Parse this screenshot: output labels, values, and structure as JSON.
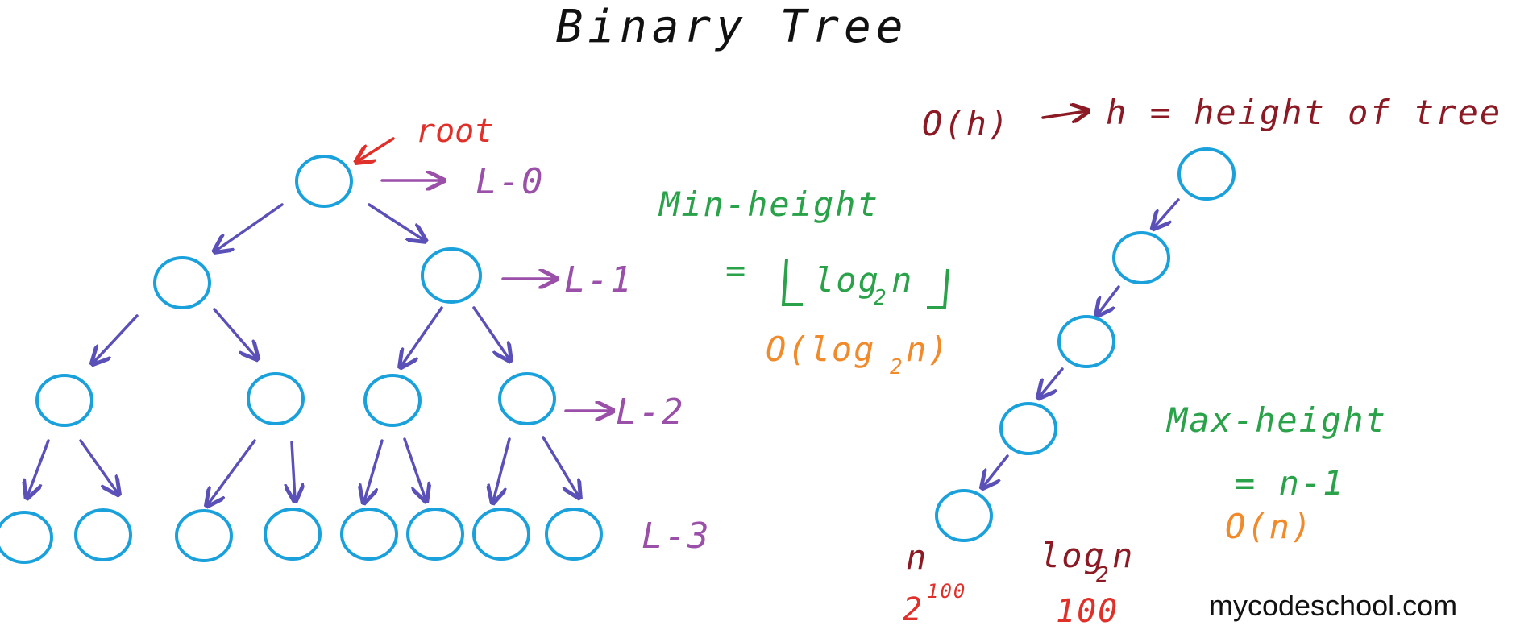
{
  "title": "Binary Tree",
  "root_label": "root",
  "levels": [
    "L-0",
    "L-1",
    "L-2",
    "L-3"
  ],
  "min_height": {
    "heading": "Min-height",
    "equals": "=",
    "log_base": "log",
    "base_sub": "2",
    "var": "n",
    "big_o_prefix": "O(log",
    "big_o_suffix": "n)"
  },
  "max_height": {
    "heading": "Max-height",
    "formula": "= n-1",
    "big_o": "O(n)"
  },
  "height_note": {
    "big_o": "O(h)",
    "definition": "h = height of tree"
  },
  "bottom_notes": {
    "n_label": "n",
    "n_base": "2",
    "n_exponent": "100",
    "log_label_prefix": "log",
    "log_label_sub": "2",
    "log_label_suffix": "n",
    "log_value": "100"
  },
  "brand": "mycodeschool.com",
  "colors": {
    "node": "#1aa1dc",
    "edge": "#5a50b8",
    "level": "#9a4fa8",
    "green": "#2aa24a",
    "orange": "#f08a2a",
    "maroon": "#8b1a24",
    "red": "#e0302a"
  }
}
